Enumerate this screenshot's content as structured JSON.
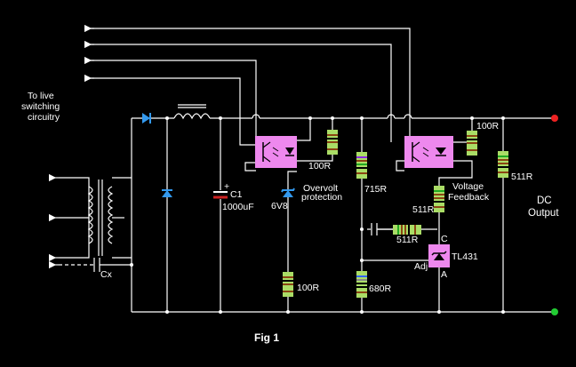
{
  "figure_caption": "Fig 1",
  "annotations": {
    "live_switching": [
      "To live",
      "switching",
      "circuitry"
    ],
    "overvolt": [
      "Overvolt",
      "protection"
    ],
    "voltage_feedback": [
      "Voltage",
      "Feedback"
    ],
    "dc_output": [
      "DC",
      "Output"
    ]
  },
  "components": {
    "c1": {
      "name": "C1",
      "value": "1000uF"
    },
    "zener": "6V8",
    "cx": "Cx",
    "r_100_top_left": "100R",
    "r_100_bottom_left": "100R",
    "r_715": "715R",
    "r_680": "680R",
    "r_511_feedback": "511R",
    "r_511_series": "511R",
    "r_100_top_right": "100R",
    "r_511_output": "511R",
    "tl431": "TL431",
    "tl431_pins": {
      "cathode": "C",
      "anode": "A",
      "adj": "Adj"
    },
    "polarity": "+"
  },
  "colors": {
    "background": "#000000",
    "wire": "#ffffff",
    "optocoupler": "#ee88ee",
    "tl431_body": "#ee88ee",
    "resistor_body": "#aadd66",
    "diode": "#3399ee",
    "capacitor": "#cc2222",
    "terminal_positive": "#ee2222",
    "terminal_negative": "#22cc33"
  }
}
